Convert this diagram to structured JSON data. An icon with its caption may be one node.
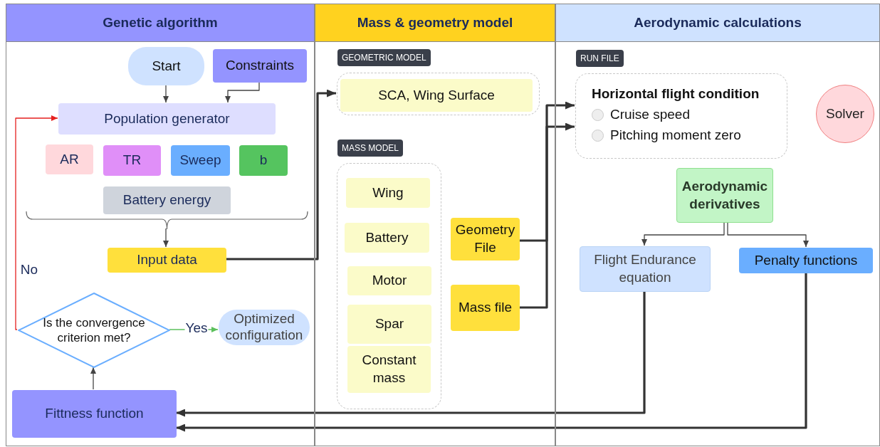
{
  "diagram": {
    "nodes": [
      {
        "text": [
          "Genetic algorithm"
        ]
      },
      {
        "text": [
          "Mass & geometry model"
        ]
      },
      {
        "text": [
          "Aerodynamic calculations"
        ]
      },
      {
        "text": [
          "Start"
        ],
        "in": 0
      },
      {
        "text": [
          "Constraints"
        ],
        "in": 0
      },
      {
        "text": [
          "Population generator"
        ],
        "in": 0
      },
      {
        "text": [
          "AR"
        ],
        "in": 0
      },
      {
        "text": [
          "TR"
        ],
        "in": 0
      },
      {
        "text": [
          "Sweep"
        ],
        "in": 0
      },
      {
        "text": [
          "b"
        ],
        "in": 0
      },
      {
        "text": [
          "Battery energy"
        ],
        "in": 0
      },
      {
        "text": [],
        "shape": "bracket",
        "in": 0
      },
      {
        "text": [
          "Input data"
        ],
        "in": 0
      },
      {
        "text": [
          "Is the convergence criterion met?"
        ],
        "in": 0
      },
      {
        "text": [
          "Optimized configuration"
        ],
        "in": 0
      },
      {
        "text": [
          "Fittness function"
        ],
        "in": 0
      },
      {
        "text": [
          "GEOMETRIC MODEL"
        ],
        "in": 1
      },
      {
        "text": [
          "SCA, Wing Surface"
        ],
        "in": 16
      },
      {
        "text": [
          "MASS MODEL"
        ],
        "in": 1
      },
      {
        "text": [
          "Wing"
        ],
        "in": 18
      },
      {
        "text": [
          "Battery"
        ],
        "in": 18
      },
      {
        "text": [
          "Motor"
        ],
        "in": 18
      },
      {
        "text": [
          "Spar"
        ],
        "in": 18
      },
      {
        "text": [
          "Constant mass"
        ],
        "in": 18
      },
      {
        "text": [
          "Geometry File"
        ],
        "in": 1
      },
      {
        "text": [
          "Mass file"
        ],
        "in": 1
      },
      {
        "text": [
          "RUN FILE",
          "Horizontal flight condition",
          "Cruise speed",
          "Pitching moment zero"
        ],
        "in": 2
      },
      {
        "text": [
          "Solver"
        ],
        "in": 2
      },
      {
        "text": [
          "Aerodynamic derivatives"
        ],
        "in": 2
      },
      {
        "text": [
          "Flight Endurance equation"
        ],
        "in": 2
      },
      {
        "text": [
          "Penalty functions"
        ],
        "in": 2
      }
    ],
    "edges": [
      {
        "from": 3,
        "to": 5,
        "arrow": "to"
      },
      {
        "from": 4,
        "to": 5,
        "arrow": "to"
      },
      {
        "from": 11,
        "to": 12,
        "arrow": "to"
      },
      {
        "from": 12,
        "to": 16,
        "arrow": "to",
        "style": "thick"
      },
      {
        "from": 13,
        "to": 5,
        "arrow": "to",
        "label": "No",
        "color": "#e5201f"
      },
      {
        "from": 13,
        "to": 14,
        "arrow": "to",
        "label": "Yes",
        "color": "#5cc05c"
      },
      {
        "from": 15,
        "to": 13,
        "arrow": "to"
      },
      {
        "from": 24,
        "to": 26,
        "arrow": "to",
        "style": "thick"
      },
      {
        "from": 25,
        "to": 26,
        "arrow": "to",
        "style": "thick"
      },
      {
        "from": 28,
        "to": 29,
        "arrow": "to"
      },
      {
        "from": 28,
        "to": 30,
        "arrow": "to"
      },
      {
        "from": 29,
        "to": 15,
        "arrow": "to",
        "style": "thick"
      },
      {
        "from": 30,
        "to": 15,
        "arrow": "to",
        "style": "thick"
      }
    ]
  }
}
